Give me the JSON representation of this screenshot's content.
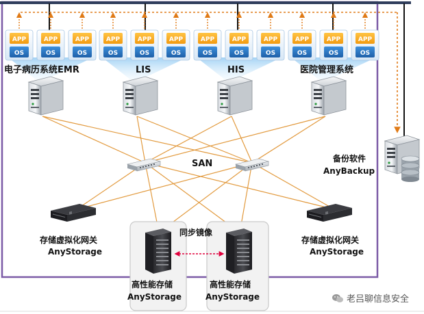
{
  "colors": {
    "frame": "#7b5aa6",
    "bus": "#2f3d5c",
    "dash": "#e07a16",
    "san_link": "#e29a3e",
    "app_box": "#f5a81c",
    "os_box": "#2876c6",
    "beam": "#bfe0f8",
    "mirror_arrow": "#e0003c"
  },
  "vm": {
    "app_label": "APP",
    "os_label": "OS"
  },
  "apps": [
    {
      "name": "电子病历系统EMR",
      "vm_count": 3
    },
    {
      "name": "LIS",
      "vm_count": 3
    },
    {
      "name": "HIS",
      "vm_count": 3
    },
    {
      "name": "医院管理系统",
      "vm_count": 3
    }
  ],
  "san": {
    "label": "SAN"
  },
  "backup": {
    "line1": "备份软件",
    "line2": "AnyBackup"
  },
  "gateways": [
    {
      "line1": "存储虚拟化网关",
      "line2": "AnyStorage"
    },
    {
      "line1": "存储虚拟化网关",
      "line2": "AnyStorage"
    }
  ],
  "storages": [
    {
      "line1": "高性能存储",
      "line2": "AnyStorage"
    },
    {
      "line1": "高性能存储",
      "line2": "AnyStorage"
    }
  ],
  "mirror_label": "同步镜像",
  "watermark": "老吕聊信息安全",
  "icons": [
    "wechat-icon",
    "server-icon",
    "switch-icon",
    "storage-tower-icon",
    "database-icon",
    "rack-gateway-icon"
  ]
}
